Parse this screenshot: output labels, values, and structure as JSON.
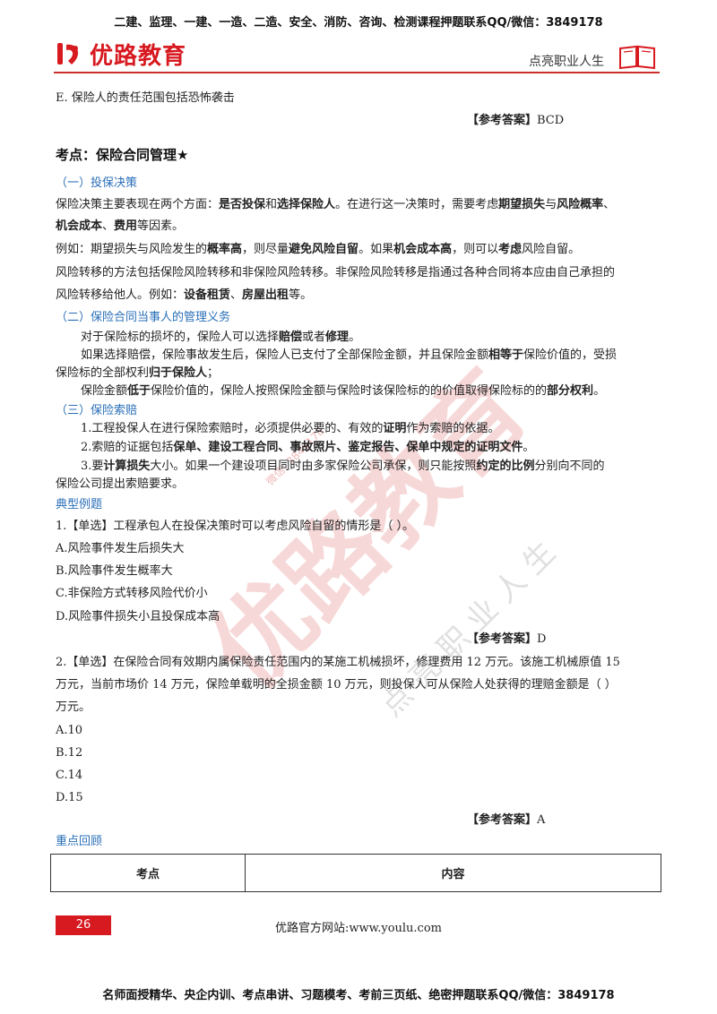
{
  "header": {
    "top_banner": "二建、监理、一建、一造、二造、安全、消防、咨询、检测课程押题联系QQ/微信：3849178",
    "logo_text": "优路教育",
    "slogan": "点亮职业人生",
    "icons": [
      "logo-mark-icon",
      "book-icon"
    ],
    "accent_color": "#d71920"
  },
  "content": {
    "option_e": "E. 保险人的责任范围包括恐怖袭击",
    "answer_prev": {
      "label": "【参考答案】",
      "value": "BCD"
    },
    "topic": "考点：保险合同管理★",
    "s1": {
      "title": "（一）投保决策",
      "p1a": "保险决策主要表现在两个方面：",
      "p1b": "是否投保",
      "p1c": "和",
      "p1d": "选择保险人",
      "p1e": "。在进行这一决策时，需要考虑",
      "p1f": "期望损失",
      "p1g": "与",
      "p1h": "风险概率",
      "p1i": "、",
      "p2a": "机会成本",
      "p2b": "、",
      "p2c": "费用",
      "p2d": "等因素。",
      "p3a": "例如：期望损失与风险发生的",
      "p3b": "概率高",
      "p3c": "，则尽量",
      "p3d": "避免风险自留",
      "p3e": "。如果",
      "p3f": "机会成本高",
      "p3g": "，则可以",
      "p3h": "考虑",
      "p3i": "风险自留。",
      "p4": "风险转移的方法包括保险风险转移和非保险风险转移。非保险风险转移是指通过各种合同将本应由自己承担的",
      "p5a": "风险转移给他人。例如：",
      "p5b": "设备租赁",
      "p5c": "、",
      "p5d": "房屋出租",
      "p5e": "等。"
    },
    "s2": {
      "title": "（二）保险合同当事人的管理义务",
      "p1a": "对于保险标的损坏的，保险人可以选择",
      "p1b": "赔偿",
      "p1c": "或者",
      "p1d": "修理",
      "p1e": "。",
      "p2a": "如果选择赔偿，保险事故发生后，保险人已支付了全部保险金额，并且保险金额",
      "p2b": "相等于",
      "p2c": "保险价值的，受损",
      "p3a": "保险标的全部权利",
      "p3b": "归于保险人",
      "p3c": "；",
      "p4a": "保险金额",
      "p4b": "低于",
      "p4c": "保险价值的，保险人按照保险金额与保险时该保险标的的价值取得保险标的的",
      "p4d": "部分权利",
      "p4e": "。"
    },
    "s3": {
      "title": "（三）保险索赔",
      "p1a": "1.工程投保人在进行保险索赔时，必须提供必要的、有效的",
      "p1b": "证明",
      "p1c": "作为索赔的依据。",
      "p2a": "2.索赔的证据包括",
      "p2b": "保单、建设工程合同、事故照片、鉴定报告、保单中规定的证明文件",
      "p2c": "。",
      "p3a": "3.要",
      "p3b": "计算损失",
      "p3c": "大小。如果一个建设项目同时由多家保险公司承保，则只能按照",
      "p3d": "约定的比例",
      "p3e": "分别向不同的",
      "p4": "保险公司提出索赔要求。"
    },
    "examples_title": "典型例题",
    "q1": {
      "stem": "1.【单选】工程承包人在投保决策时可以考虑风险自留的情形是（    ）。",
      "options": [
        "A.风险事件发生后损失大",
        "B.风险事件发生概率大",
        "C.非保险方式转移风险代价小",
        "D.风险事件损失小且投保成本高"
      ],
      "answer_label": "【参考答案】",
      "answer": "D"
    },
    "q2": {
      "stem1": "2.【单选】在保险合同有效期内属保险责任范围内的某施工机械损坏，修理费用 12 万元。该施工机械原值 15",
      "stem2": "万元，当前市场价 14 万元，保险单载明的全损金额 10 万元，则投保人可从保险人处获得的理赔金额是（      ）",
      "stem3": "万元。",
      "options": [
        "A.10",
        "B.12",
        "C.14",
        "D.15"
      ],
      "answer_label": "【参考答案】",
      "answer": "A"
    },
    "review_title": "重点回顾",
    "table_headers": [
      "考点",
      "内容"
    ]
  },
  "watermark": {
    "text": "优路教育",
    "side_text": "点 亮 职 业 人 生",
    "contact": "微信: 3849178"
  },
  "footer": {
    "page_number": "26",
    "site": "优路官方网站:www.youlu.com",
    "bottom_banner": "名师面授精华、央企内训、考点串讲、习题模考、考前三页纸、绝密押题联系QQ/微信：3849178"
  }
}
